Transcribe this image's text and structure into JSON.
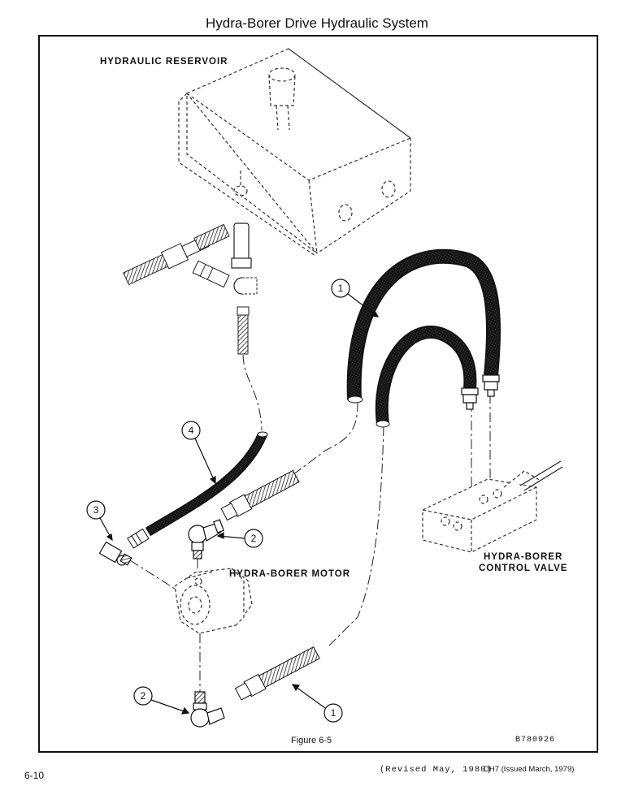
{
  "page": {
    "title": "Hydra-Borer Drive Hydraulic System",
    "page_number": "6-10",
    "revision": "(Revised May, 1980)",
    "issued": "DH7 (Issued March, 1979)"
  },
  "figure": {
    "caption": "Figure 6-5",
    "drawing_number": "B780926"
  },
  "labels": {
    "reservoir": "HYDRAULIC RESERVOIR",
    "motor": "HYDRA-BORER MOTOR",
    "valve_line1": "HYDRA-BORER",
    "valve_line2": "CONTROL VALVE"
  },
  "callouts": [
    {
      "number": "1",
      "refers_to": "hose"
    },
    {
      "number": "1",
      "refers_to": "hose"
    },
    {
      "number": "2",
      "refers_to": "elbow fitting"
    },
    {
      "number": "2",
      "refers_to": "elbow fitting"
    },
    {
      "number": "3",
      "refers_to": "elbow fitting"
    },
    {
      "number": "4",
      "refers_to": "hose"
    }
  ]
}
